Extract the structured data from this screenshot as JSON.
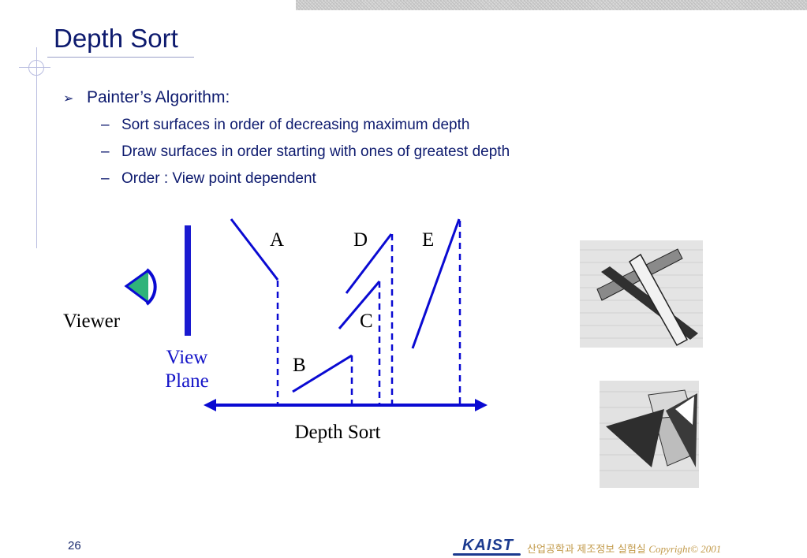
{
  "slide": {
    "title": "Depth Sort",
    "bullet": "Painter’s Algorithm:",
    "sub_items": [
      "Sort surfaces in order of decreasing maximum depth",
      "Draw surfaces in order starting with ones of greatest depth",
      "Order : View point dependent"
    ],
    "page_number": "26"
  },
  "diagram": {
    "viewer_label": "Viewer",
    "view_plane_label_1": "View",
    "view_plane_label_2": "Plane",
    "depth_axis_label": "Depth Sort",
    "surface_labels": {
      "A": "A",
      "B": "B",
      "C": "C",
      "D": "D",
      "E": "E"
    }
  },
  "footer": {
    "logo_text": "KAIST",
    "dept_text": "산업공학과 제조정보 실험실",
    "copyright": "Copyright© 2001"
  },
  "colors": {
    "title": "#0d1a6e",
    "diagram_blue": "#0a0ad2",
    "view_plane_text": "#1515c8",
    "viewer_eye": "#2fb37a",
    "footer_gold": "#c29a4a"
  }
}
